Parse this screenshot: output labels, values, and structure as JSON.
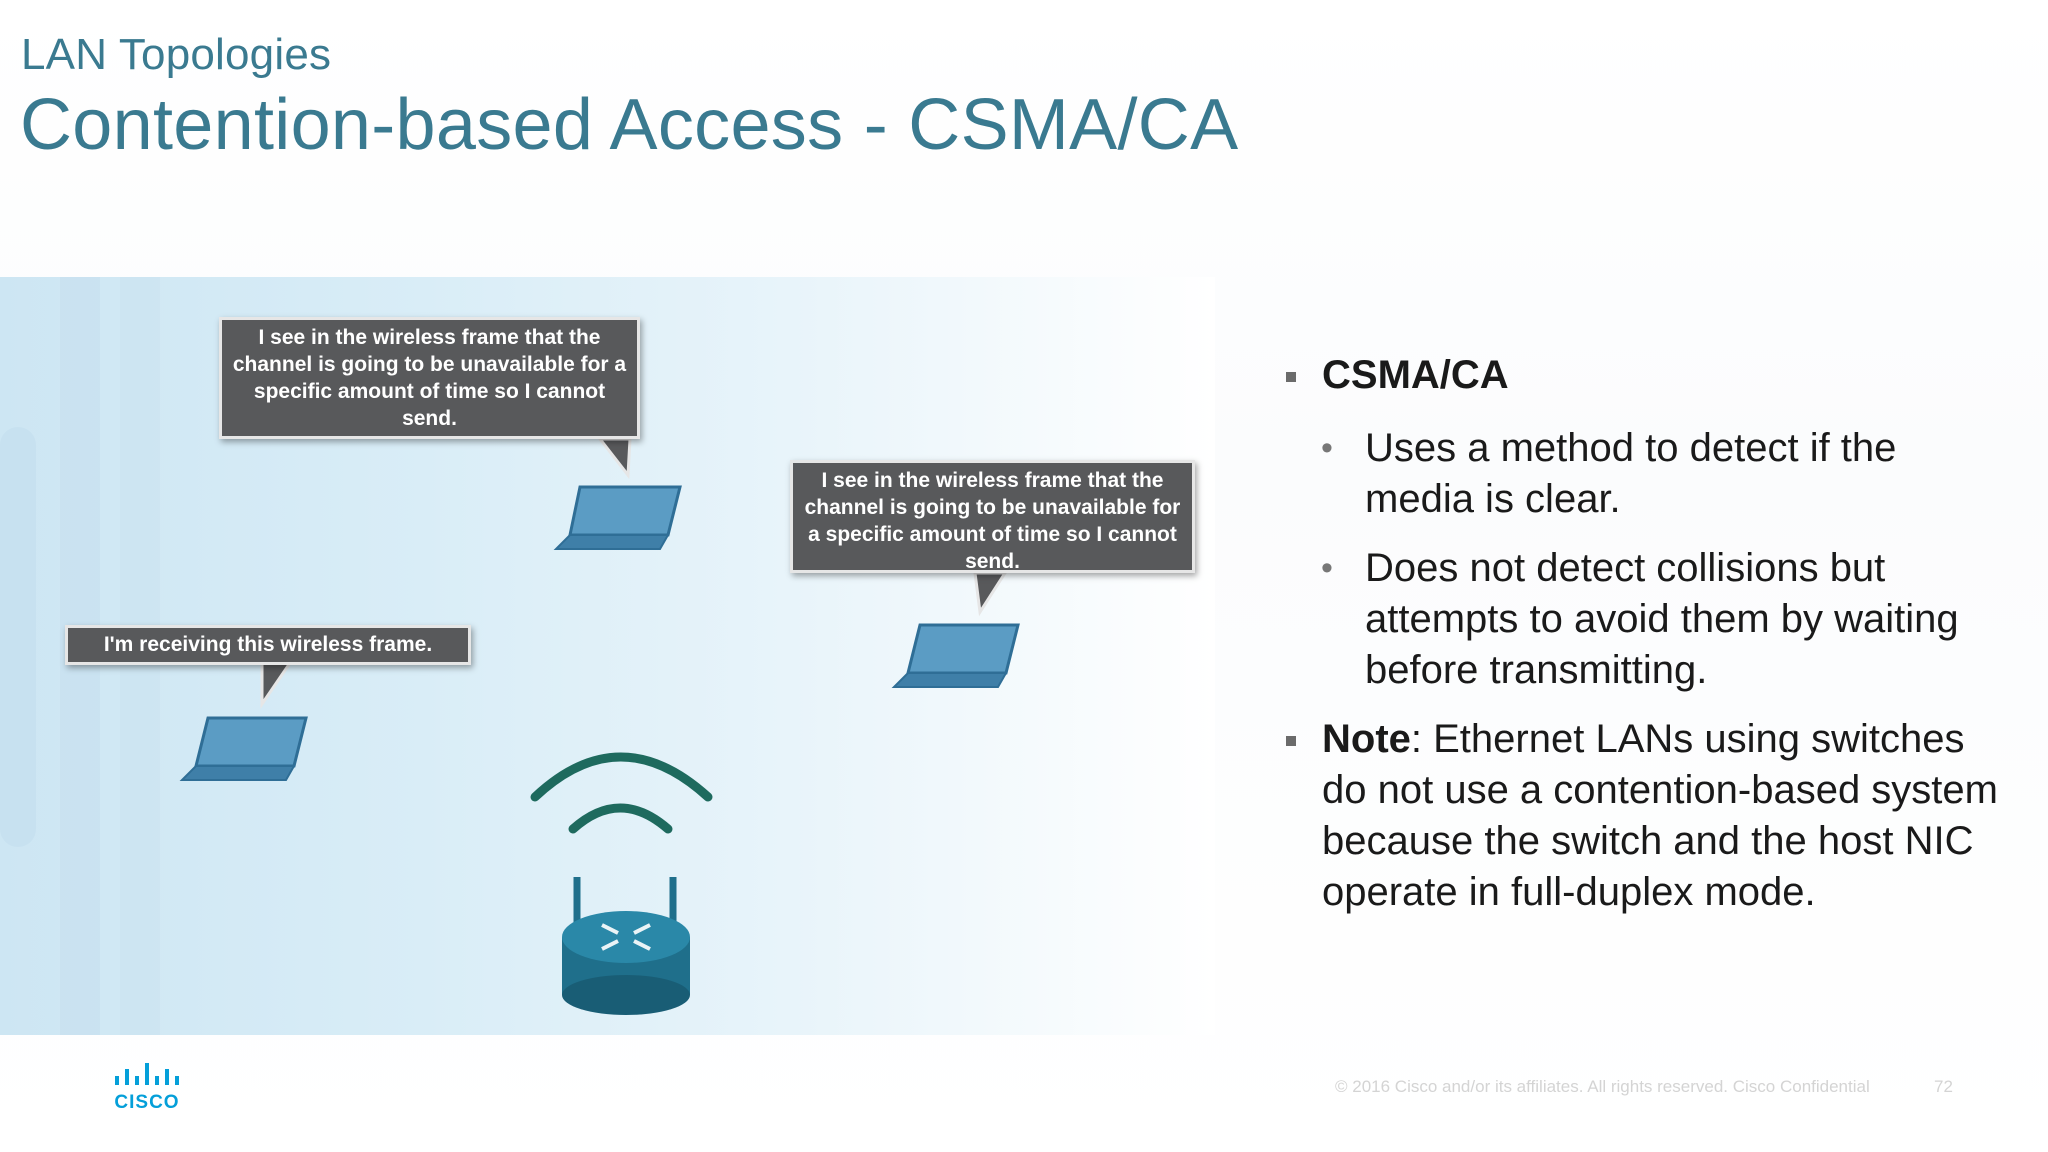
{
  "header": {
    "subtitle": "LAN Topologies",
    "title": "Contention-based Access - CSMA/CA"
  },
  "figure": {
    "bubbles": [
      "I see in the wireless frame that the channel is going to be unavailable for a specific amount of time so I cannot send.",
      "I see in the wireless frame that the channel is going to be unavailable for a specific amount of time so I cannot send.",
      "I'm receiving this wireless frame."
    ],
    "icons": [
      "laptop-icon",
      "laptop-icon",
      "laptop-icon",
      "wireless-router-icon",
      "wireless-signal-icon"
    ],
    "colors": {
      "laptop": "#5b9cc4",
      "router": "#1f6f8b",
      "signal": "#1e6a5e",
      "bubble": "#58595b"
    }
  },
  "bullets": {
    "item1_label": "CSMA/CA",
    "sub1": "Uses a method to detect if the media is clear.",
    "sub2": "Does not detect collisions but attempts to avoid them by waiting before transmitting.",
    "note_label": "Note",
    "note_text": ": Ethernet LANs using switches do not use a contention-based system because the switch and the host NIC operate in full-duplex mode."
  },
  "footer": {
    "logo_text": "CISCO",
    "copyright": "© 2016  Cisco and/or its affiliates. All rights reserved.   Cisco Confidential",
    "page_number": "72"
  },
  "colors": {
    "title": "#3a7a90",
    "accent": "#049fd9"
  }
}
